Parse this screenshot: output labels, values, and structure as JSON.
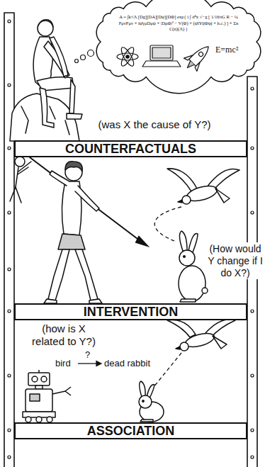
{
  "diagram": {
    "nodes": [
      {
        "text": [
          "A = ∫k<Λ [Dg][DA][Dψ][DΦ] exp{ i ∫ d⁴x √−g [ 1/16πG R − ¼ FμνFμν + iψ̄γμDμψ + |DμΦ|² − V(Φ) + (ψ̄iYijΦψj + h.c.) ] + Σn C(n)(Λ) }",
          "E=mc²"
        ]
      },
      {
        "text": [
          "COUNTERFACTUALS"
        ]
      },
      {
        "text": [
          "INTERVENTION"
        ]
      },
      {
        "text": [
          "ASSOCIATION"
        ]
      }
    ],
    "labels": [
      "(was X the cause of Y?)",
      "(How would Y change if I do X?)",
      "(how is X related to Y?)",
      "bird",
      "?",
      "dead rabbit"
    ]
  }
}
